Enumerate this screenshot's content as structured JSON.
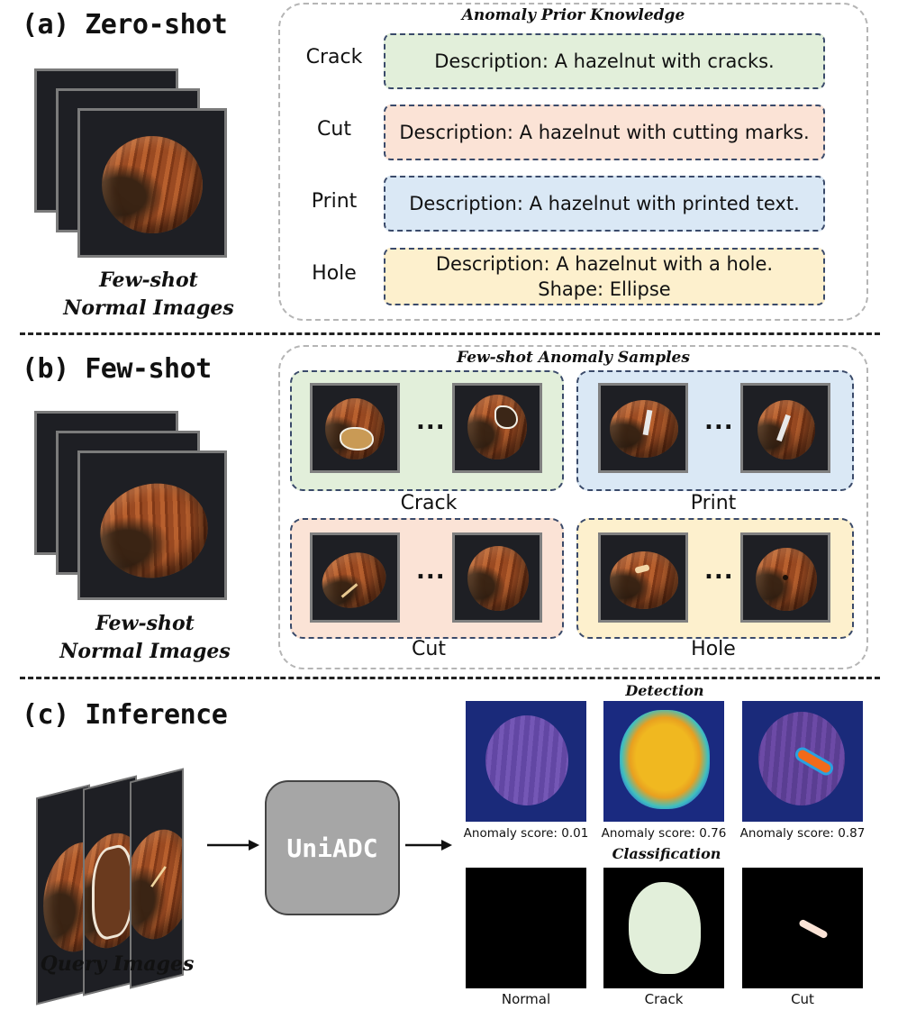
{
  "colors": {
    "crack": "#e2efda",
    "cut": "#fbe3d6",
    "print": "#dae8f5",
    "hole": "#fdf0cd",
    "model_box": "#a6a6a6",
    "crack_mask": "#e2efda",
    "cut_mask": "#fbe3d6"
  },
  "zero_shot": {
    "title": "(a) Zero-shot",
    "normal_caption_line1": "Few-shot",
    "normal_caption_line2": "Normal Images",
    "box_title": "Anomaly Prior Knowledge",
    "rows": [
      {
        "label": "Crack",
        "lines": [
          "Description: A hazelnut with cracks."
        ]
      },
      {
        "label": "Cut",
        "lines": [
          "Description: A hazelnut with cutting marks."
        ]
      },
      {
        "label": "Print",
        "lines": [
          "Description: A hazelnut with printed text."
        ]
      },
      {
        "label": "Hole",
        "lines": [
          "Description: A hazelnut with a hole.",
          "Shape: Ellipse"
        ]
      }
    ]
  },
  "few_shot": {
    "title": "(b) Few-shot",
    "normal_caption_line1": "Few-shot",
    "normal_caption_line2": "Normal Images",
    "box_title": "Few-shot Anomaly Samples",
    "ellipsis": "...",
    "groups": [
      {
        "label": "Crack",
        "color_key": "crack"
      },
      {
        "label": "Print",
        "color_key": "print"
      },
      {
        "label": "Cut",
        "color_key": "cut"
      },
      {
        "label": "Hole",
        "color_key": "hole"
      }
    ]
  },
  "inference": {
    "title": "(c) Inference",
    "query_caption": "Query Images",
    "model_name": "UniADC",
    "detection_title": "Detection",
    "classification_title": "Classification",
    "scores": [
      "Anomaly score: 0.01",
      "Anomaly score: 0.76",
      "Anomaly score: 0.87"
    ],
    "classes": [
      "Normal",
      "Crack",
      "Cut"
    ]
  }
}
